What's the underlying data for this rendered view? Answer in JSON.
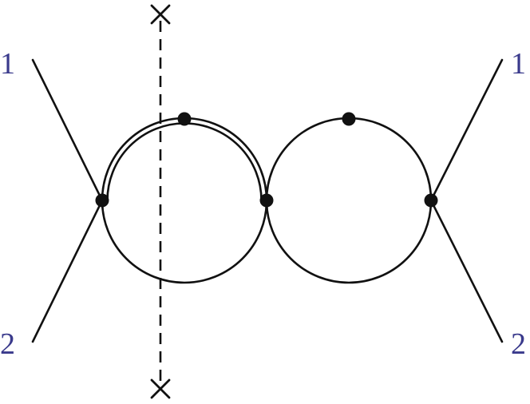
{
  "legs": {
    "left_top": "1",
    "left_bottom": "2",
    "right_top": "1",
    "right_bottom": "2"
  },
  "colors": {
    "label": "#3a3a8c",
    "line": "#111111"
  }
}
